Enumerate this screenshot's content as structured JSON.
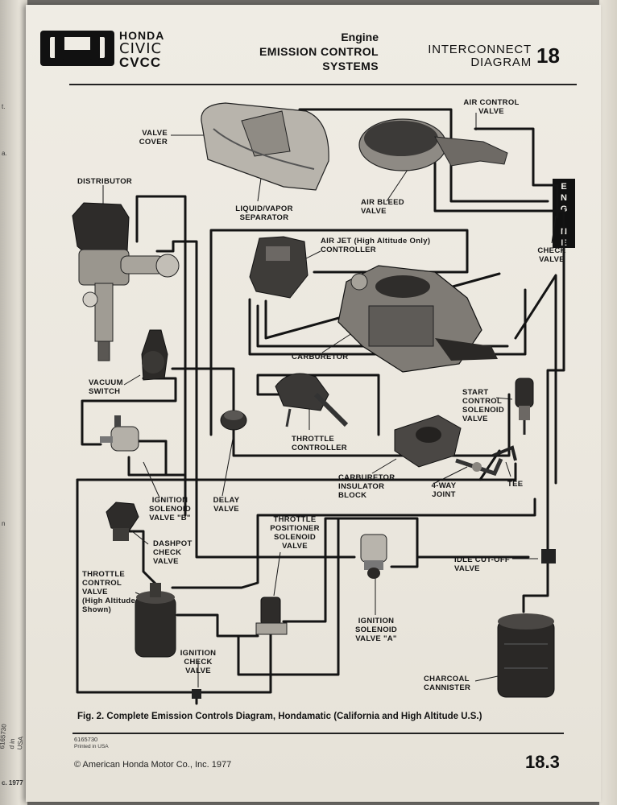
{
  "left_page": {
    "fragments": [
      "t.",
      "a.",
      "n",
      "6165730",
      "d in USA",
      "c. 1977"
    ]
  },
  "header": {
    "brand_honda": "HONDA",
    "brand_civic": "CIVIC",
    "brand_cvcc": "CVCC",
    "section_line1": "Engine",
    "section_line2": "EMISSION CONTROL",
    "section_line3": "SYSTEMS",
    "right_line1": "INTERCONNECT",
    "right_line2": "DIAGRAM",
    "section_number": "18"
  },
  "side_tab": {
    "letters": [
      "E",
      "N",
      "G",
      "I",
      "N",
      "E"
    ]
  },
  "labels": {
    "valve_cover": [
      "VALVE",
      "COVER"
    ],
    "air_control_valve": [
      "AIR CONTROL",
      "VALVE"
    ],
    "distributor": [
      "DISTRIBUTOR"
    ],
    "liquid_vapor_separator": [
      "LIQUID/VAPOR",
      "SEPARATOR"
    ],
    "air_bleed_valve": [
      "AIR BLEED",
      "VALVE"
    ],
    "air_jet_controller": [
      "AIR JET  (High Altitude Only)",
      "CONTROLLER"
    ],
    "check_valve": [
      "CHECK",
      "VALVE"
    ],
    "carburetor": [
      "CARBURETOR"
    ],
    "vacuum_switch": [
      "VACUUM",
      "SWITCH"
    ],
    "throttle_controller": [
      "THROTTLE",
      "CONTROLLER"
    ],
    "start_control_solenoid_valve": [
      "START",
      "CONTROL",
      "SOLENOID",
      "VALVE"
    ],
    "carburetor_insulator_block": [
      "CARBURETOR",
      "INSULATOR",
      "BLOCK"
    ],
    "four_way_joint": [
      "4-WAY",
      "JOINT"
    ],
    "tee": [
      "TEE"
    ],
    "ignition_solenoid_valve_b": [
      "IGNITION",
      "SOLENOID",
      "VALVE \"B\""
    ],
    "delay_valve": [
      "DELAY",
      "VALVE"
    ],
    "throttle_positioner_solenoid_valve": [
      "THROTTLE",
      "POSITIONER",
      "SOLENOID",
      "VALVE"
    ],
    "dashpot_check_valve": [
      "DASHPOT",
      "CHECK",
      "VALVE"
    ],
    "idle_cut_off_valve": [
      "IDLE CUT-OFF",
      "VALVE"
    ],
    "throttle_control_valve": [
      "THROTTLE",
      "CONTROL",
      "VALVE",
      "(High Altitude",
      "Shown)"
    ],
    "ignition_solenoid_valve_a": [
      "IGNITION",
      "SOLENOID",
      "VALVE \"A\""
    ],
    "ignition_check_valve": [
      "IGNITION",
      "CHECK",
      "VALVE"
    ],
    "charcoal_cannister": [
      "CHARCOAL",
      "CANNISTER"
    ]
  },
  "caption": "Fig. 2.  Complete Emission Controls Diagram, Hondamatic (California and High Altitude U.S.)",
  "footer": {
    "code": "6165730",
    "printed": "Printed in USA",
    "copyright": "© American Honda Motor Co., Inc. 1977",
    "page_number": "18.3"
  },
  "colors": {
    "page": "#ebe7de",
    "ink": "#111111",
    "background": "#6c6a66"
  }
}
